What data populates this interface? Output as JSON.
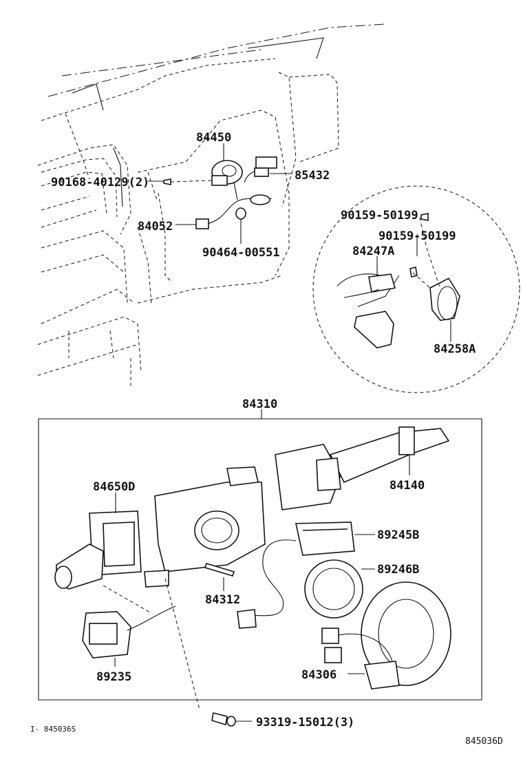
{
  "labels": {
    "p84450": "84450",
    "p90168": "90168-40129(2)",
    "p85432": "85432",
    "p84052": "84052",
    "p90464": "90464-00551",
    "p90159a": "90159-50199",
    "p90159b": "90159-50199",
    "p84247A": "84247A",
    "p84258A": "84258A",
    "p84310": "84310",
    "p84650D": "84650D",
    "p84140": "84140",
    "p89245B": "89245B",
    "p89246B": "89246B",
    "p84312": "84312",
    "p89235": "89235",
    "p84306": "84306",
    "p93319": "93319-15012(3)"
  },
  "footer": {
    "left_code": "I- 845036S",
    "right_code": "845036D"
  }
}
